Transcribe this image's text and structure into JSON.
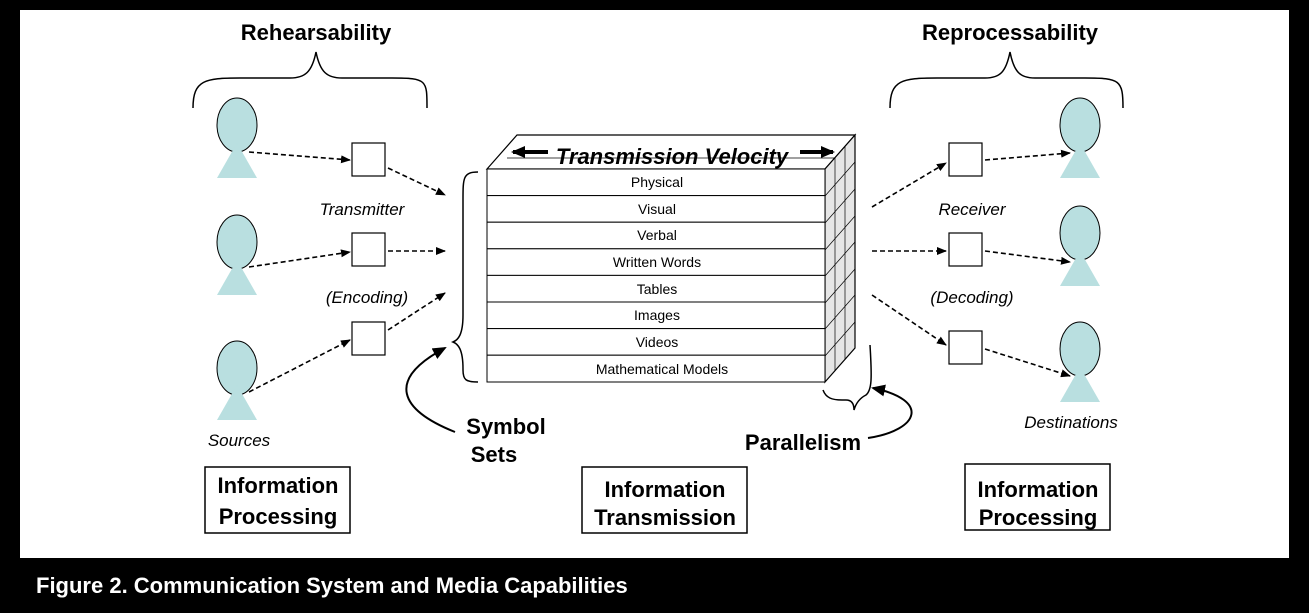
{
  "labels": {
    "rehearsability": "Rehearsability",
    "reprocessability": "Reprocessability",
    "transmitter": "Transmitter",
    "encoding": "(Encoding)",
    "receiver": "Receiver",
    "decoding": "(Decoding)",
    "sources": "Sources",
    "destinations": "Destinations",
    "symbol_sets_line1": "Symbol",
    "symbol_sets_line2": "Sets",
    "parallelism": "Parallelism",
    "transmission_velocity": "Transmission Velocity"
  },
  "layers": [
    "Physical",
    "Visual",
    "Verbal",
    "Written Words",
    "Tables",
    "Images",
    "Videos",
    "Mathematical Models"
  ],
  "boxes": {
    "left_line1": "Information",
    "left_line2": "Processing",
    "center_line1": "Information",
    "center_line2": "Transmission",
    "right_line1": "Information",
    "right_line2": "Processing"
  },
  "caption": "Figure 2.  Communication System and Media Capabilities",
  "colors": {
    "person": "#b9dfe0",
    "frame": "#000000",
    "grid": "#c0c0c0"
  }
}
